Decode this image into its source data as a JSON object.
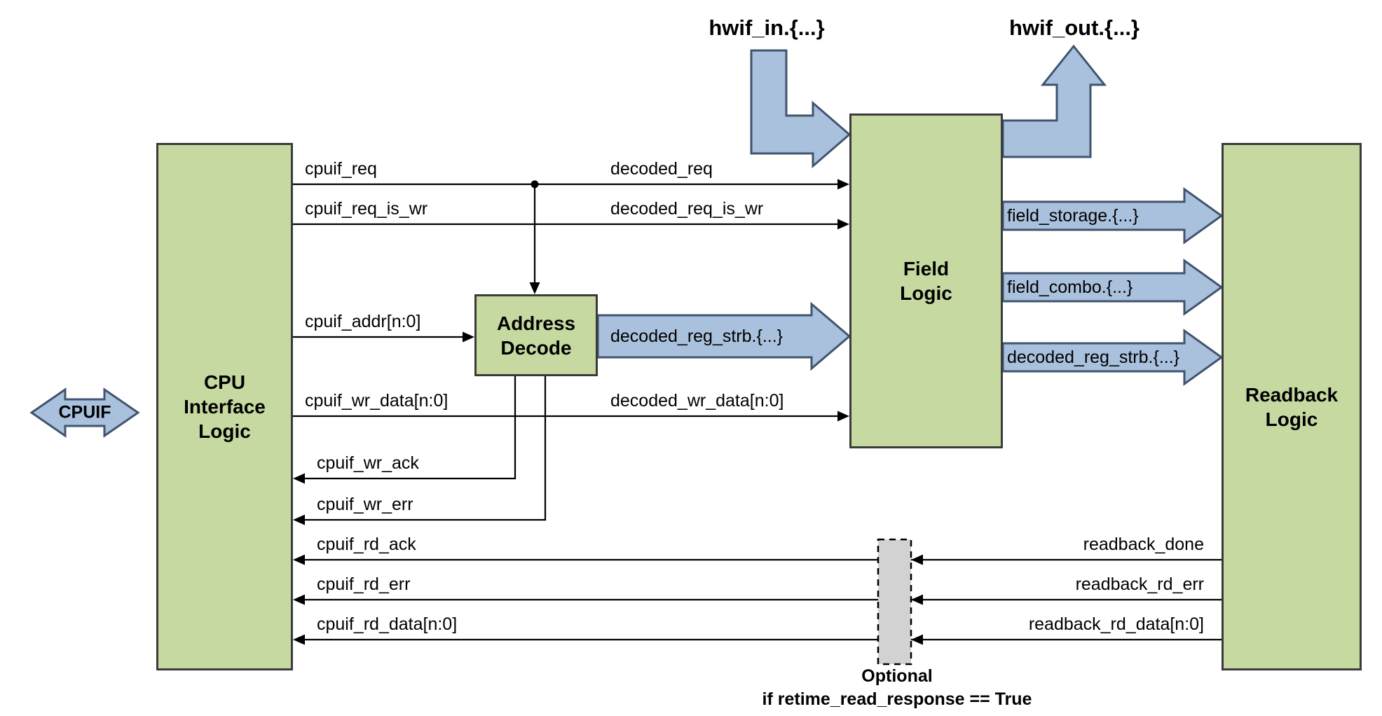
{
  "blocks": {
    "cpu_interface": {
      "label": "CPU\nInterface\nLogic"
    },
    "address_decode": {
      "label": "Address\nDecode"
    },
    "field_logic": {
      "label": "Field\nLogic"
    },
    "readback": {
      "label": "Readback\nLogic"
    }
  },
  "ports": {
    "cpuif": "CPUIF",
    "hwif_in": "hwif_in.{...}",
    "hwif_out": "hwif_out.{...}"
  },
  "signals": {
    "cpuif_req": "cpuif_req",
    "decoded_req": "decoded_req",
    "cpuif_req_is_wr": "cpuif_req_is_wr",
    "decoded_req_is_wr": "decoded_req_is_wr",
    "cpuif_addr": "cpuif_addr[n:0]",
    "decoded_reg_strb": "decoded_reg_strb.{...}",
    "cpuif_wr_data": "cpuif_wr_data[n:0]",
    "decoded_wr_data": "decoded_wr_data[n:0]",
    "cpuif_wr_ack": "cpuif_wr_ack",
    "cpuif_wr_err": "cpuif_wr_err",
    "cpuif_rd_ack": "cpuif_rd_ack",
    "cpuif_rd_err": "cpuif_rd_err",
    "cpuif_rd_data": "cpuif_rd_data[n:0]",
    "readback_done": "readback_done",
    "readback_rd_err": "readback_rd_err",
    "readback_rd_data": "readback_rd_data[n:0]",
    "field_storage": "field_storage.{...}",
    "field_combo": "field_combo.{...}",
    "decoded_reg_strb_rb": "decoded_reg_strb.{...}"
  },
  "notes": {
    "optional": "Optional",
    "optional_condition": "if retime_read_response == True"
  },
  "colors": {
    "block_fill": "#c6d9a1",
    "block_border": "#3b3b3b",
    "arrow_fill": "#a9c1dd",
    "arrow_border": "#40546e",
    "retime_fill": "#d2d2d2",
    "line": "#000000"
  }
}
